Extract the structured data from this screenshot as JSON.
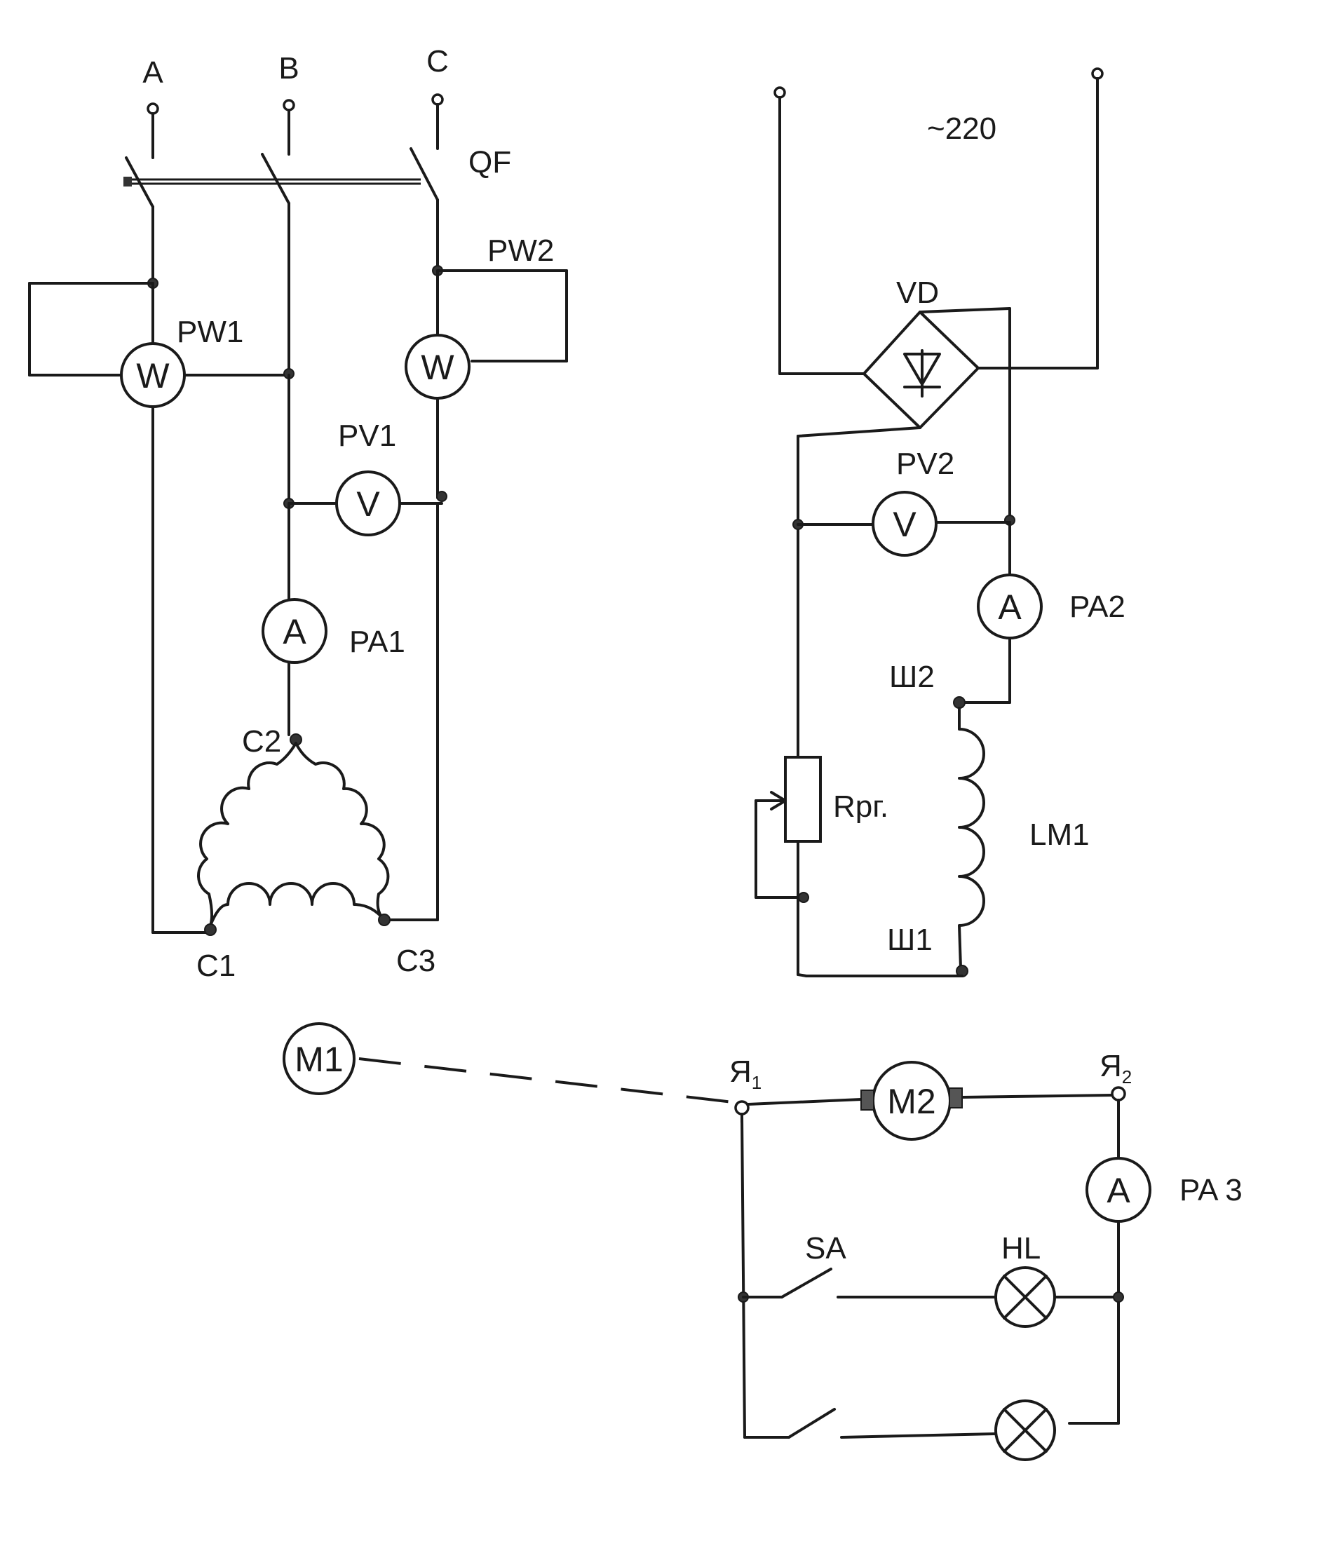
{
  "three_phase": {
    "phase_a": "A",
    "phase_b": "B",
    "phase_c": "C",
    "breaker": "QF",
    "wattmeter1": "PW1",
    "wattmeter2": "PW2",
    "wattmeter_symbol": "W",
    "voltmeter1": "PV1",
    "voltmeter_symbol": "V",
    "ammeter1": "PA1",
    "ammeter_symbol": "A",
    "stator_c1": "C1",
    "stator_c2": "C2",
    "stator_c3": "C3",
    "motor1": "M1"
  },
  "dc_supply": {
    "voltage": "~220",
    "rectifier": "VD",
    "voltmeter2": "PV2",
    "ammeter2": "PA2",
    "field_terminal_top": "Ш2",
    "field_terminal_bottom": "Ш1",
    "rheostat": "Rрг.",
    "field_winding": "LM1"
  },
  "generator_circuit": {
    "generator": "M2",
    "armature1_main": "Я",
    "armature1_sub": "1",
    "armature2_main": "Я",
    "armature2_sub": "2",
    "ammeter3": "PA 3",
    "switch": "SA",
    "lamp": "HL"
  }
}
